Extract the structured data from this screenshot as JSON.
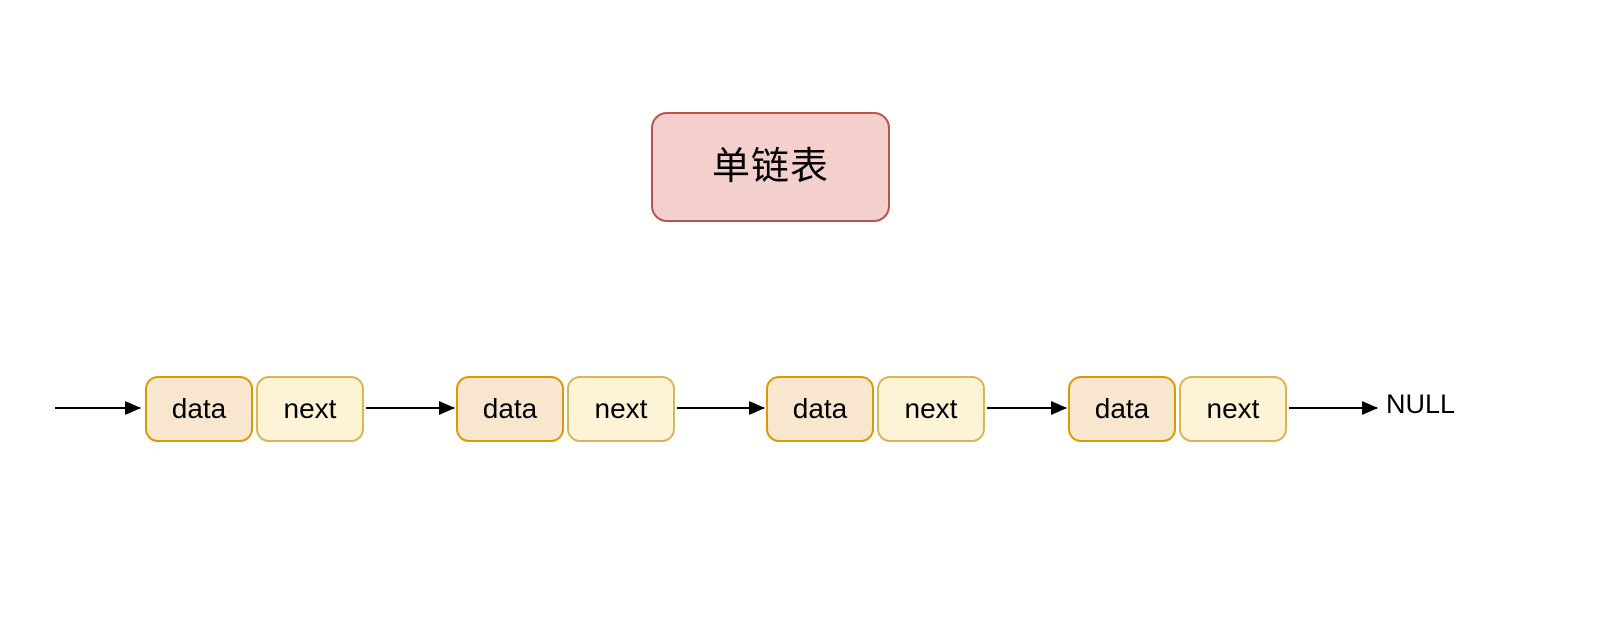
{
  "diagram": {
    "title": {
      "label": "单链表"
    },
    "linked_list": {
      "nodes": [
        {
          "data_label": "data",
          "next_label": "next"
        },
        {
          "data_label": "data",
          "next_label": "next"
        },
        {
          "data_label": "data",
          "next_label": "next"
        },
        {
          "data_label": "data",
          "next_label": "next"
        }
      ],
      "terminator_label": "NULL"
    }
  },
  "colors": {
    "title_fill": "#f3cfce",
    "title_border": "#b85450",
    "data_fill": "#f8e6ce",
    "data_border": "#d79b00",
    "next_fill": "#fdf3d6",
    "next_border": "#d6b656",
    "arrow": "#000000",
    "background": "#ffffff",
    "text": "#000000"
  }
}
